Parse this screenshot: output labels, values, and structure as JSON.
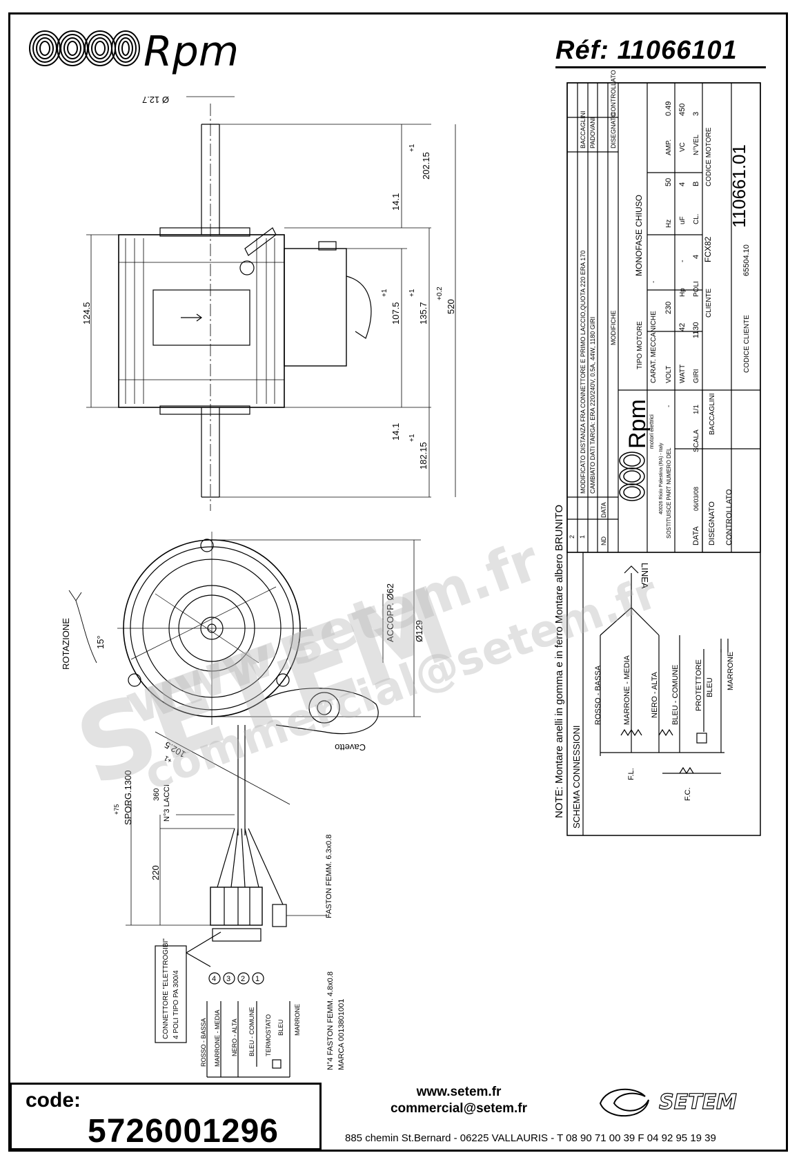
{
  "header": {
    "brand": "Rpm",
    "reference": "Réf:  11066101"
  },
  "side_view": {
    "dim_shaft_dia": "Ø 12.7",
    "dim_body_height": "124.5",
    "dim_top_shaft": "202.15",
    "dim_top_shaft_tol": "+1",
    "dim_top_step": "14.1",
    "dim_mid": "107.5",
    "dim_mid_tol": "+1",
    "dim_mid2": "135.7",
    "dim_mid2_tol": "+1",
    "dim_total": "520",
    "dim_total_tol": "+0.2",
    "dim_bottom_step": "14.1",
    "dim_bottom_shaft": "182.15",
    "dim_bottom_shaft_tol": "+1"
  },
  "front_view": {
    "rotation_label": "ROTAZIONE",
    "angle": "15°",
    "accopp": "ACCOPP. Ø62",
    "diameter": "Ø129",
    "radius": "102.5",
    "radius_tol": "+1",
    "cable_label": "Cavetto"
  },
  "cable": {
    "sporg": "SPORG.1300",
    "sporg_tol": "+75",
    "lacci_len": "360",
    "lacci": "N°3 LACCI",
    "len_220": "220",
    "faston_label": "FASTON FEMM. 6.3x0.8",
    "faston4": "N°4 FASTON FEMM. 4.8x0.8",
    "marca": "MARCA 0013801001",
    "connector_line1": "CONNETTORE \"ELETTROGIBI\"",
    "connector_line2": "4 POLI TIPO PA 300/4",
    "pin_numbers": [
      "4",
      "3",
      "2",
      "1"
    ],
    "small_wires": [
      "ROSSO - BASSA",
      "MARRONE - MEDIA",
      "NERO - ALTA",
      "BLEU - COMUNE",
      "TERMOSTATO",
      "BLEU",
      "MARRONE"
    ]
  },
  "note": {
    "text": "NOTE:  Montare anelli in gomma e in ferro   Montare albero BRUNITO"
  },
  "schema": {
    "title": "SCHEMA CONNESSIONI",
    "linea": "LINEA",
    "wires": [
      "ROSSO - BASSA",
      "MARRONE - MEDIA",
      "NERO - ALTA",
      "BLEU - COMUNE",
      "PROTETTORE",
      "BLEU",
      "MARRONE"
    ],
    "fl": "F.L.",
    "fc": "F.C."
  },
  "title_block": {
    "modifiche_rows": [
      {
        "nd": "2",
        "data": "",
        "text": "MODIFICATO DISTANZA FRA CONNETTORE E PRIMO LACCIO,QUOTA 220 ERA 170",
        "disegnato": "BACCAGLINI",
        "controllato": ""
      },
      {
        "nd": "1",
        "data": "",
        "text": "CAMBIATO DATI TARGA: ERA 220/240V, 0.5A, 44W, 1180 GIRI",
        "disegnato": "PADOVANI",
        "controllato": ""
      }
    ],
    "col_nd": "ND",
    "col_data": "DATA",
    "col_modifiche": "MODIFICHE",
    "col_disegnato": "DISEGNATO",
    "col_controllato": "CONTROLLATO",
    "company": "Rpm",
    "company_sub": "motori elettrici",
    "company_addr": "40026 Riolo Palestina (RA) - Italy",
    "tipo_motore_label": "TIPO MOTORE",
    "tipo_motore_value": "MONOFASE CHIUSO",
    "carat_label": "CARAT. MECCANICHE",
    "carat_value": "-",
    "volt_label": "VOLT",
    "volt": "230",
    "hz_label": "Hz",
    "hz": "50",
    "amp_label": "AMP.",
    "amp": "0.49",
    "watt_label": "WATT",
    "watt": "42",
    "hp_label": "Hp",
    "hp": "-",
    "uf_label": "uF",
    "uf": "4",
    "vc_label": "VC",
    "vc": "450",
    "giri_label": "GIRI",
    "giri": "1130",
    "poli_label": "POLI",
    "poli": "4",
    "cl_label": "CL.",
    "cl": "B",
    "nvel_label": "N°VEL",
    "nvel": "3",
    "sostituisce_label": "SOSTITUISCE PART NUMERO DEL",
    "sostituisce_value": "-",
    "cliente_label": "CLIENTE",
    "cliente": "FCX82",
    "codice_motore_label": "CODICE MOTORE",
    "codice_motore": "110661.01",
    "data_label": "DATA",
    "data_value": "06/03/08",
    "scala_label": "SCALA",
    "scala": "1/1",
    "disegnato_label": "DISEGNATO",
    "disegnato": "BACCAGLINI",
    "controllato_label": "CONTROLLATO",
    "codice_cliente_label": "CODICE CLIENTE",
    "codice_cliente": "65504.10"
  },
  "footer": {
    "code_label": "code:",
    "code_value": "5726001296",
    "website": "www.setem.fr",
    "email": "commercial@setem.fr",
    "address": "885 chemin St.Bernard  -  06225 VALLAURIS  -  T 08 90 71 00 39   F 04 92 95 19 39",
    "setem_brand": "SETEM"
  },
  "watermarks": [
    "www.setem.fr",
    "SETEM",
    "commercial@setem.fr"
  ]
}
